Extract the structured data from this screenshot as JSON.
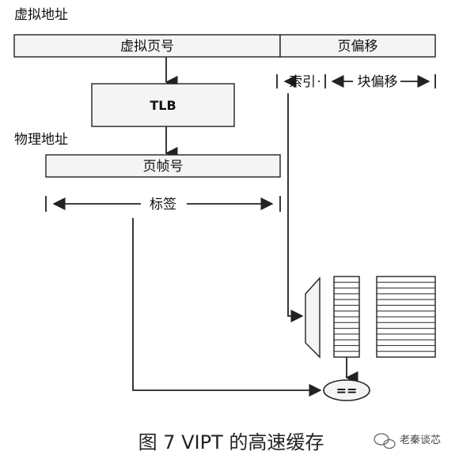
{
  "labels": {
    "virtual_address": "虚拟地址",
    "virtual_page_number": "虚拟页号",
    "page_offset": "页偏移",
    "index": "索引",
    "block_offset": "块偏移",
    "tlb": "TLB",
    "physical_address": "物理地址",
    "page_frame_number": "页帧号",
    "tag": "标签",
    "compare": "=="
  },
  "caption": "图 7 VIPT 的高速缓存",
  "watermark": "老秦谈芯"
}
